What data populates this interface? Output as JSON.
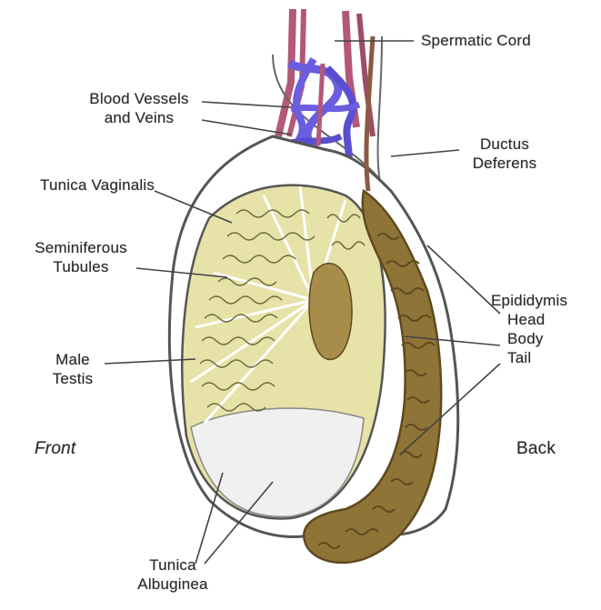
{
  "labels": {
    "spermatic_cord": "Spermatic Cord",
    "blood_vessels": [
      "Blood Vessels",
      "and Veins"
    ],
    "ductus_deferens": [
      "Ductus",
      "Deferens"
    ],
    "tunica_vaginalis": "Tunica Vaginalis",
    "seminiferous_tubules": [
      "Seminiferous",
      "Tubules"
    ],
    "male_testis": [
      "Male",
      "Testis"
    ],
    "epididymis": [
      "Epididymis",
      "Head",
      "Body",
      "Tail"
    ],
    "front": "Front",
    "back": "Back",
    "tunica_albuginea": [
      "Tunica",
      "Albuginea"
    ]
  },
  "colors": {
    "capsule_outline": "#5a5a5a",
    "testis_tubules": "#e6e2a8",
    "tubule_lines": "#6d6a40",
    "epididymis": "#8f7437",
    "epididymis_dark": "#5e4a1f",
    "vessels_blue": "#6a5de0",
    "vessels_red": "#b4587a",
    "albuginea_fill": "#f0f0f0"
  }
}
